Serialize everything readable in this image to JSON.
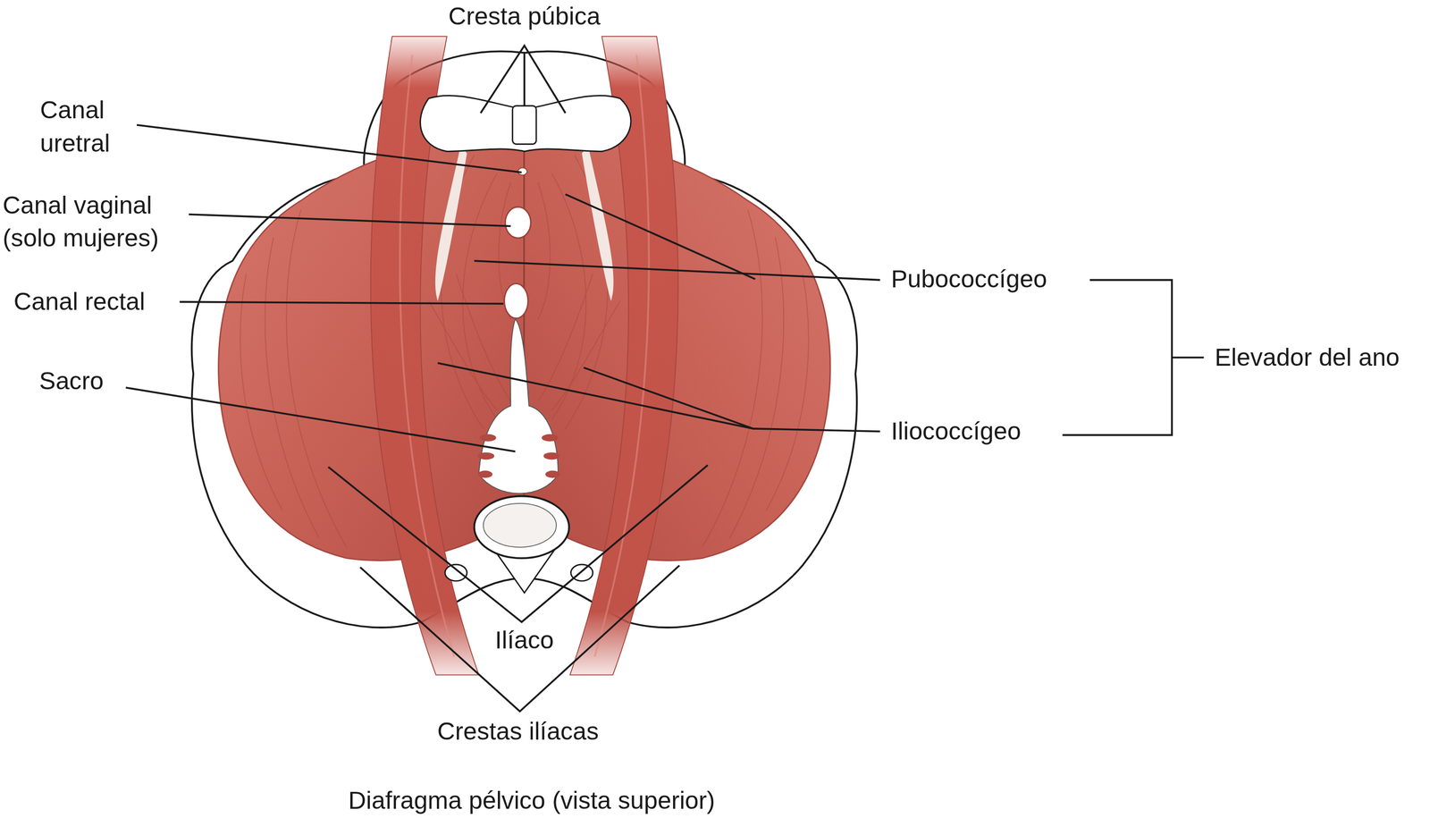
{
  "diagram": {
    "caption": "Diafragma pélvico (vista superior)",
    "labels": [
      "Cresta púbica",
      "Canal uretral",
      "Canal vaginal (solo mujeres)",
      "Canal rectal",
      "Sacro",
      "Pubococcígeo",
      "Iliococcígeo",
      "Elevador del ano",
      "Ilíaco",
      "Crestas ilíacas"
    ]
  }
}
